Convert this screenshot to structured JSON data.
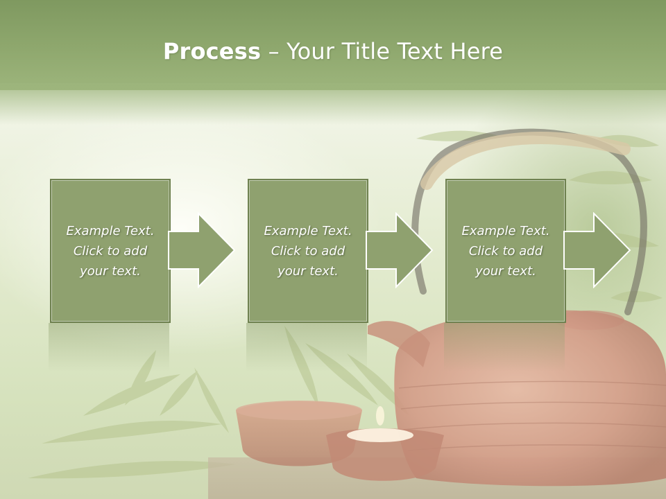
{
  "slide": {
    "title_bold": "Process",
    "title_rest": " – Your Title Text Here"
  },
  "process": {
    "steps": [
      {
        "line1": "Example Text.",
        "line2": "Click  to add",
        "line3": "your text."
      },
      {
        "line1": "Example Text.",
        "line2": "Click  to add",
        "line3": "your text."
      },
      {
        "line1": "Example Text.",
        "line2": "Click  to add",
        "line3": "your text."
      }
    ]
  },
  "colors": {
    "header": "#8fa86e",
    "box_fill": "#8fa16f",
    "box_border": "#6f8150",
    "text": "#ffffff"
  }
}
